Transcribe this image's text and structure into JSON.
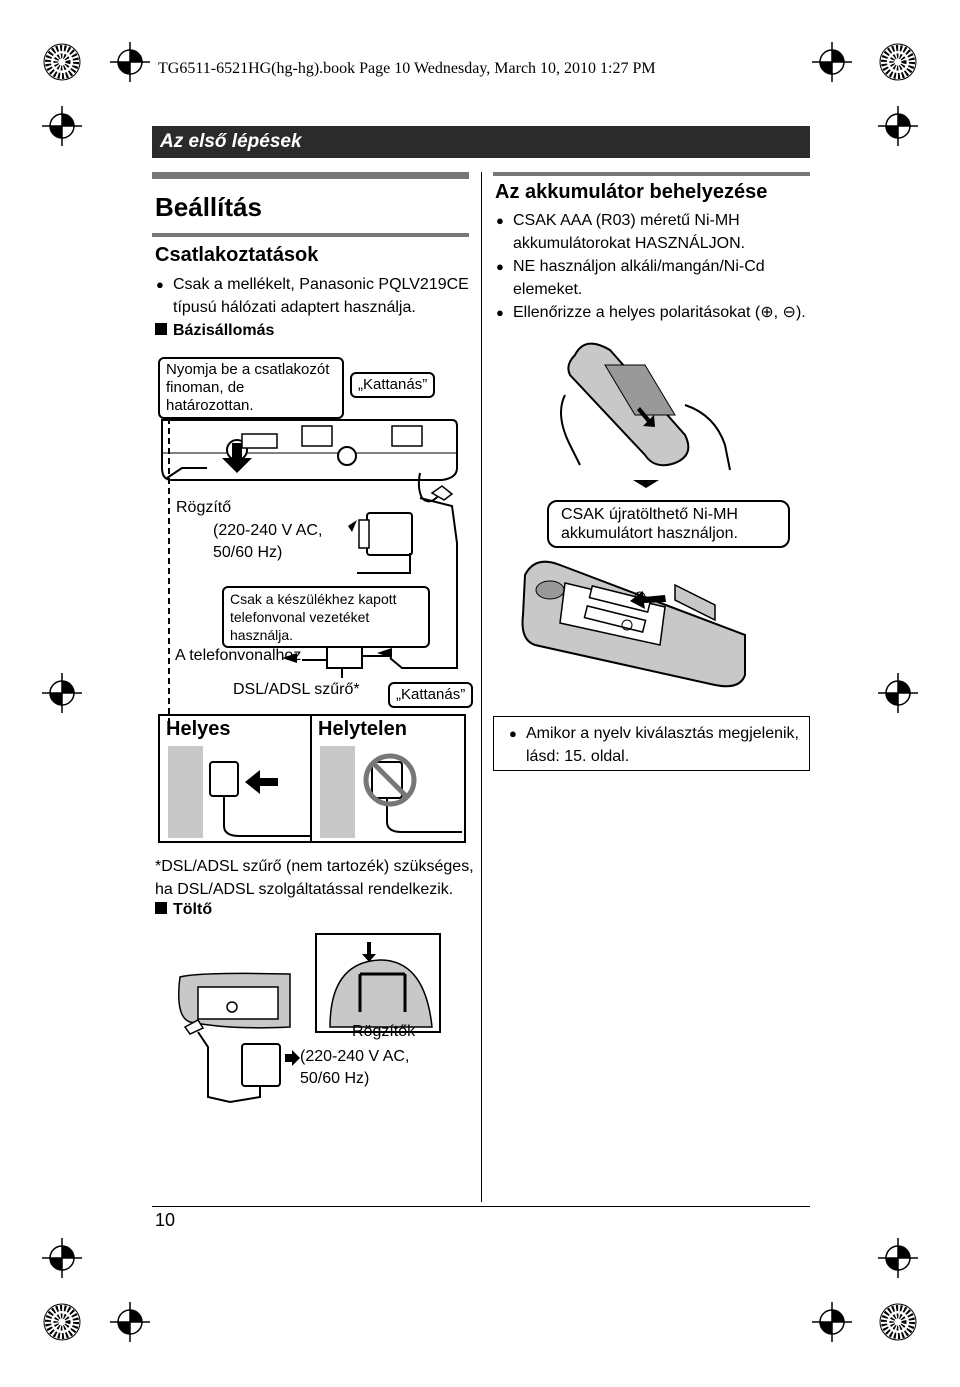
{
  "print_header": "TG6511-6521HG(hg-hg).book  Page 10  Wednesday, March 10, 2010  1:27 PM",
  "section_bar": "Az első lépések",
  "left": {
    "title": "Beállítás",
    "subtitle": "Csatlakoztatások",
    "bullet": "Csak a mellékelt, Panasonic PQLV219CE típusú hálózati adaptert használja.",
    "base_heading": "Bázisállomás",
    "callout_press": "Nyomja be a csatlakozót finoman, de határozottan.",
    "callout_click": "„Kattanás”",
    "label_hook": "Rögzítő",
    "label_voltage": "(220-240 V AC, 50/60 Hz)",
    "callout_line": "Csak a készülékhez kapott telefonvonal vezetéket használja.",
    "label_to_line": "A telefonvonalhoz",
    "label_dsl": "DSL/ADSL szűrő*",
    "callout_click2": "„Kattanás”",
    "correct_label": "Helyes",
    "incorrect_label": "Helytelen",
    "footnote": "*DSL/ADSL szűrő (nem tartozék) szükséges, ha DSL/ADSL szolgáltatással rendelkezik.",
    "charger_heading": "Töltő",
    "label_hooks": "Rögzítők",
    "label_voltage2": "(220-240 V AC, 50/60 Hz)"
  },
  "right": {
    "heading": "Az akkumulátor behelyezése",
    "bullets": [
      "CSAK AAA (R03) méretű Ni-MH akkumulátorokat HASZNÁLJON.",
      "NE használjon alkáli/mangán/Ni-Cd elemeket.",
      "Ellenőrizze a helyes polaritásokat (⊕, ⊖)."
    ],
    "callout_battery": "CSAK újratölthető Ni-MH akkumulátort használjon.",
    "note": "Amikor a nyelv kiválasztás megjelenik, lásd: 15. oldal."
  },
  "page_number": "10",
  "colors": {
    "header_bar": "#2b2b2b",
    "gray_illustration": "#c8c8c8"
  },
  "icons": [
    "crosshair-registration-mark",
    "prohibited-icon",
    "arrow-icon"
  ]
}
